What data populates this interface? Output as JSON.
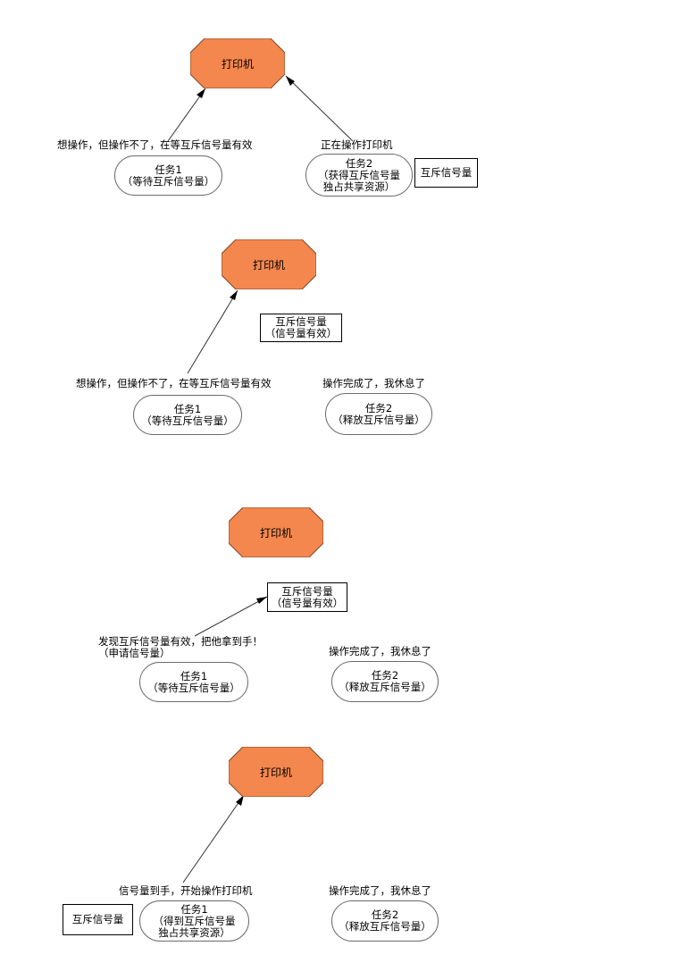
{
  "colors": {
    "printer_fill": "#F4874E",
    "printer_border": "#7a4a2a",
    "line": "#333333"
  },
  "panels": [
    {
      "printer": {
        "label": "打印机"
      },
      "task1": {
        "title": "任务1",
        "desc": "（等待互斥信号量）",
        "desc2": ""
      },
      "task2": {
        "title": "任务2",
        "desc": "（获得互斥信号量",
        "desc2": "独占共享资源）"
      },
      "caption1": "想操作，但操作不了，在等互斥信号量有效",
      "caption1b": "",
      "caption2": "正在操作打印机",
      "semaphore": {
        "line1": "互斥信号量",
        "line2": ""
      }
    },
    {
      "printer": {
        "label": "打印机"
      },
      "task1": {
        "title": "任务1",
        "desc": "（等待互斥信号量）",
        "desc2": ""
      },
      "task2": {
        "title": "任务2",
        "desc": "（释放互斥信号量）",
        "desc2": ""
      },
      "caption1": "想操作，但操作不了，在等互斥信号量有效",
      "caption1b": "",
      "caption2": "操作完成了，我休息了",
      "semaphore": {
        "line1": "互斥信号量",
        "line2": "（信号量有效）"
      }
    },
    {
      "printer": {
        "label": "打印机"
      },
      "task1": {
        "title": "任务1",
        "desc": "（等待互斥信号量）",
        "desc2": ""
      },
      "task2": {
        "title": "任务2",
        "desc": "（释放互斥信号量）",
        "desc2": ""
      },
      "caption1": "发现互斥信号量有效，把他拿到手！",
      "caption1b": "（申请信号量）",
      "caption2": "操作完成了，我休息了",
      "semaphore": {
        "line1": "互斥信号量",
        "line2": "（信号量有效）"
      }
    },
    {
      "printer": {
        "label": "打印机"
      },
      "task1": {
        "title": "任务1",
        "desc": "（得到互斥信号量",
        "desc2": "独占共享资源）"
      },
      "task2": {
        "title": "任务2",
        "desc": "（释放互斥信号量）",
        "desc2": ""
      },
      "caption1": "信号量到手，开始操作打印机",
      "caption1b": "",
      "caption2": "操作完成了，我休息了",
      "semaphore": {
        "line1": "互斥信号量",
        "line2": ""
      }
    }
  ]
}
